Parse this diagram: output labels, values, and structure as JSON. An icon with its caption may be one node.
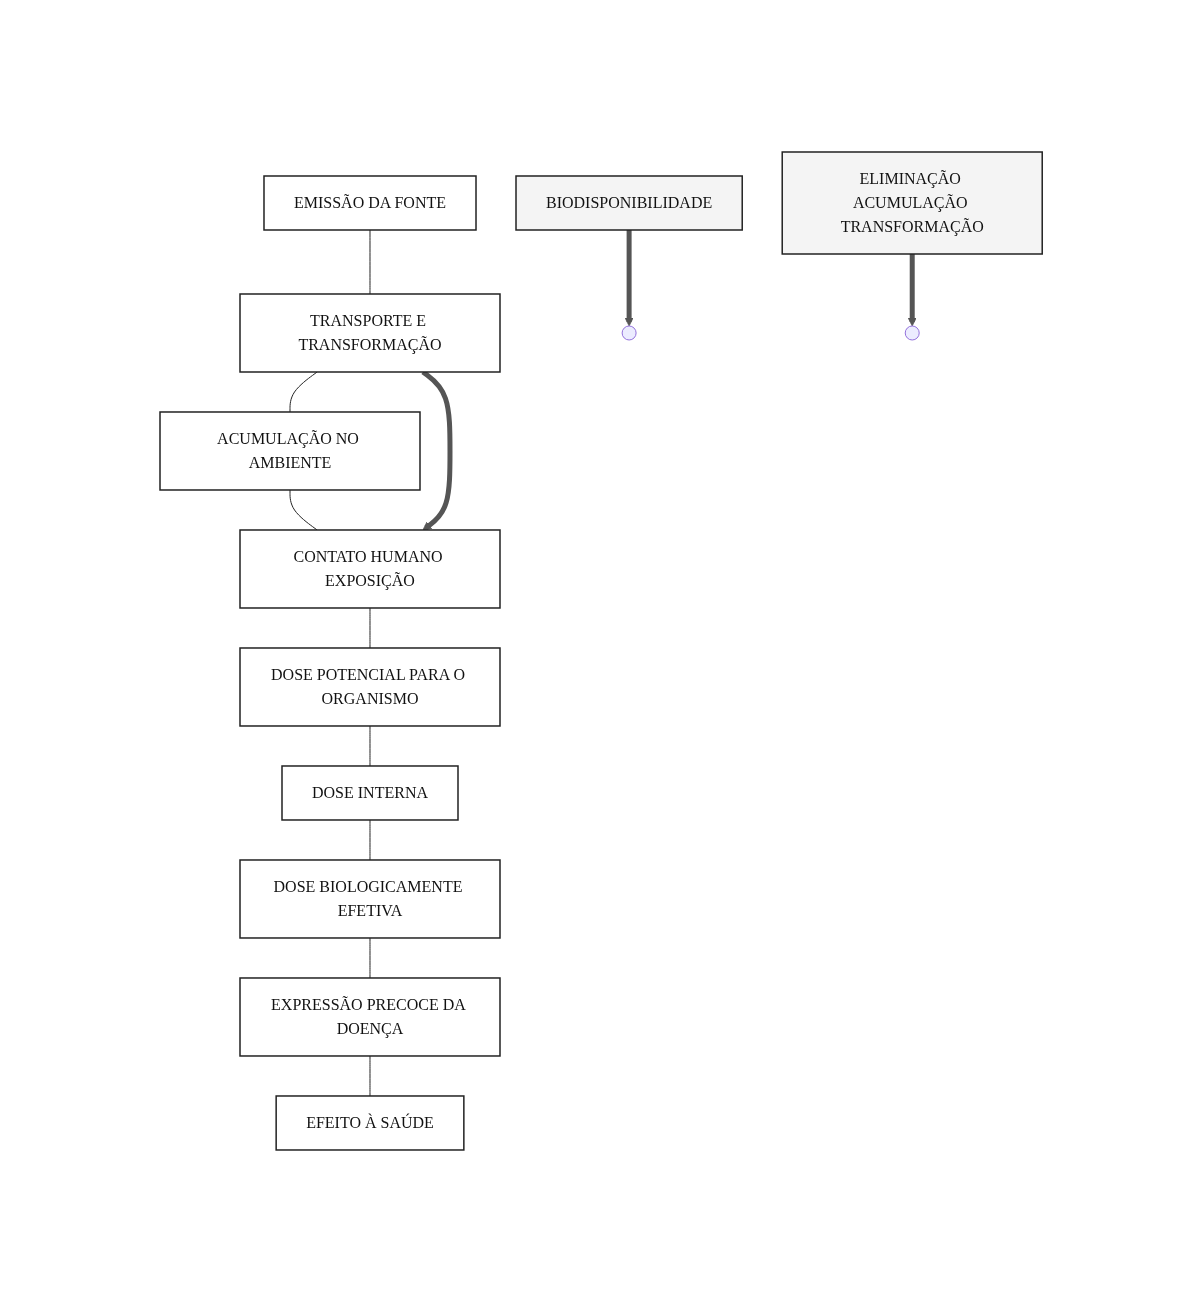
{
  "diagram": {
    "nodes": [
      {
        "text": [
          "EMISSÃO DA FONTE"
        ]
      },
      {
        "text": [
          "TRANSPORTE E TRANSFORMAÇÃO"
        ]
      },
      {
        "text": [
          "ACUMULAÇÃO NO AMBIENTE"
        ]
      },
      {
        "text": [
          "CONTATO HUMANO EXPOSIÇÃO"
        ]
      },
      {
        "text": [
          "DOSE POTENCIAL PARA O ORGANISMO"
        ]
      },
      {
        "text": [
          "BIODISPONIBILIDADE"
        ]
      },
      {
        "text": [
          "DOSE INTERNA"
        ]
      },
      {
        "text": [
          "ELIMINAÇÃO ACUMULAÇÃO TRANSFORMAÇÃO"
        ]
      },
      {
        "text": [
          "DOSE BIOLOGICAMENTE EFETIVA"
        ]
      },
      {
        "text": [
          "EXPRESSÃO PRECOCE DA DOENÇA"
        ]
      },
      {
        "text": [
          "EFEITO À SAÚDE"
        ]
      }
    ],
    "edges": [
      {
        "from": 0,
        "to": 1,
        "arrow": "none"
      },
      {
        "from": 1,
        "to": 2,
        "arrow": "none"
      },
      {
        "from": 2,
        "to": 3,
        "arrow": "none"
      },
      {
        "from": 3,
        "to": 4,
        "arrow": "none"
      },
      {
        "from": 4,
        "to": 6,
        "arrow": "none"
      },
      {
        "from": 6,
        "to": 8,
        "arrow": "none"
      },
      {
        "from": 8,
        "to": 9,
        "arrow": "none"
      },
      {
        "from": 9,
        "to": 10,
        "arrow": "none"
      },
      {
        "from": 1,
        "to": 3,
        "arrow": "to",
        "style": "thick"
      },
      {
        "from": 5,
        "to": null,
        "arrow": "to",
        "style": "thick"
      },
      {
        "from": 7,
        "to": null,
        "arrow": "to",
        "style": "thick"
      }
    ]
  }
}
